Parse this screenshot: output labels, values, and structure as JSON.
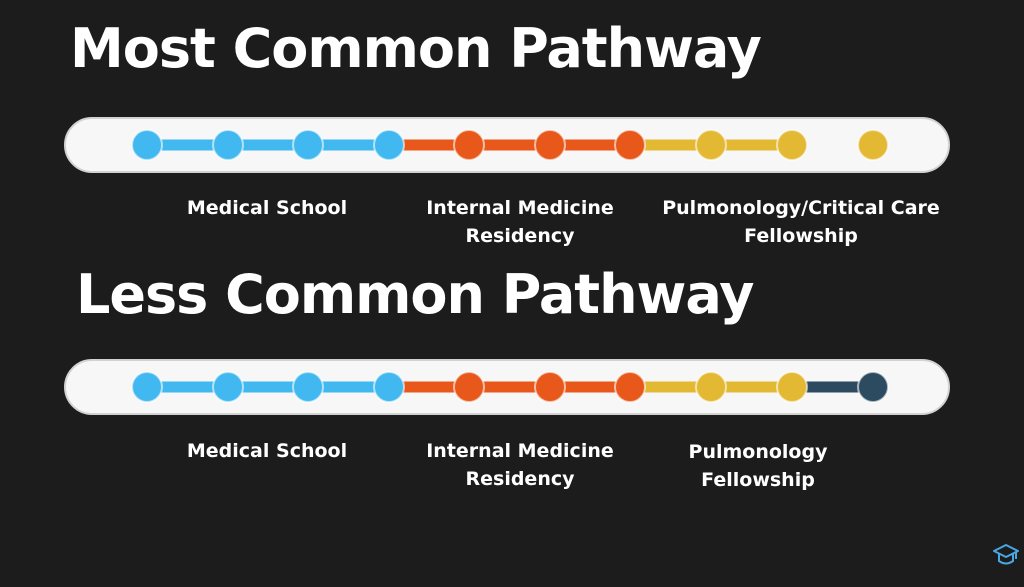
{
  "colors": {
    "background": "#1c1c1c",
    "blue": "#42b8f0",
    "orange": "#e8581b",
    "yellow": "#e3b833",
    "navy": "#2c4a60"
  },
  "pathways": [
    {
      "title": "Most Common Pathway",
      "segments": [
        "blue",
        "blue",
        "blue",
        "orange",
        "orange",
        "orange",
        "yellow",
        "yellow"
      ],
      "nodes": [
        "blue",
        "blue",
        "blue",
        "blue",
        "orange",
        "orange",
        "orange",
        "yellow",
        "yellow",
        "yellow"
      ],
      "stages": [
        {
          "label_lines": [
            "Medical School"
          ]
        },
        {
          "label_lines": [
            "Internal Medicine",
            "Residency"
          ]
        },
        {
          "label_lines": [
            "Pulmonology/Critical Care",
            "Fellowship"
          ]
        }
      ]
    },
    {
      "title": "Less Common Pathway",
      "segments": [
        "blue",
        "blue",
        "blue",
        "orange",
        "orange",
        "orange",
        "yellow",
        "yellow",
        "navy"
      ],
      "nodes": [
        "blue",
        "blue",
        "blue",
        "blue",
        "orange",
        "orange",
        "orange",
        "yellow",
        "yellow",
        "navy"
      ],
      "stages": [
        {
          "label_lines": [
            "Medical School"
          ]
        },
        {
          "label_lines": [
            "Internal Medicine",
            "Residency"
          ]
        },
        {
          "label_lines": [
            "Pulmonology",
            "Fellowship"
          ]
        }
      ]
    }
  ],
  "logo_icon": "graduation-cap-icon"
}
